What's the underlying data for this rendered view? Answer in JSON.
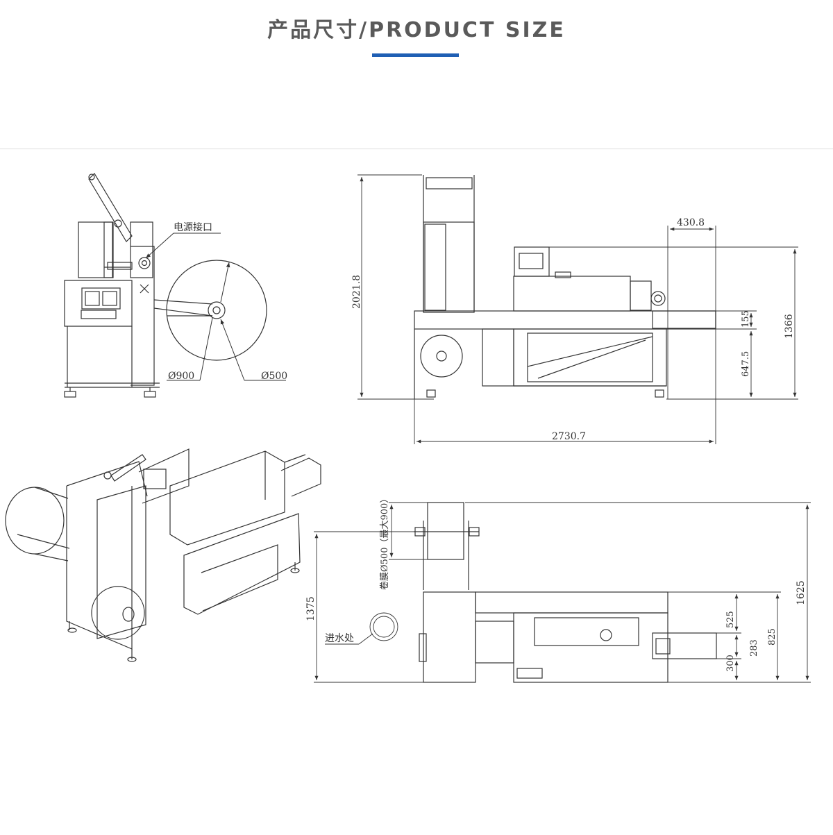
{
  "header": {
    "title": "产品尺寸/PRODUCT SIZE",
    "accent_color": "#1f5fb4",
    "text_color": "#5a5a5a"
  },
  "views": {
    "side": {
      "label_power": "电源接口",
      "dim_outer": "Ø900",
      "dim_inner": "Ø500"
    },
    "front": {
      "dim_height": "2021.8",
      "dim_top": "430.8",
      "dim_155": "155",
      "dim_1366": "1366",
      "dim_647": "647.5",
      "dim_width": "2730.7"
    },
    "top": {
      "dim_roll": "卷膜Ø500（最大900）",
      "dim_1375": "1375",
      "label_water": "进水处",
      "dim_1625": "1625",
      "dim_525": "525",
      "dim_825": "825",
      "dim_283": "283",
      "dim_300": "300"
    }
  }
}
